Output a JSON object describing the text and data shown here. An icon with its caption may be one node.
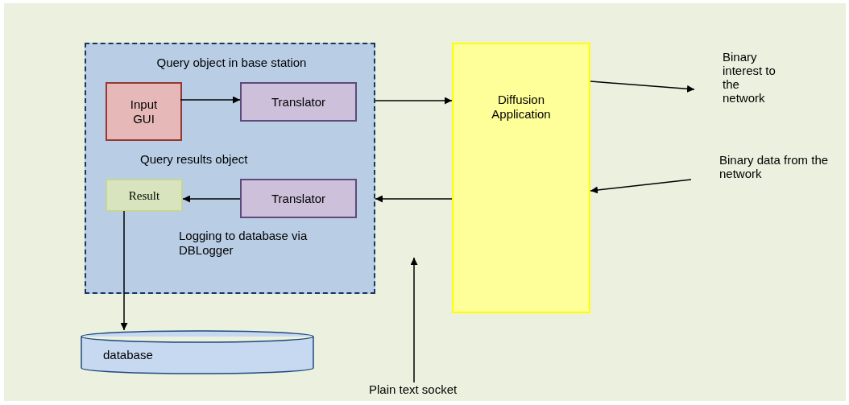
{
  "diagram": {
    "nodes": [
      {
        "text": [
          "Query object in base station",
          "Query results object",
          "Logging to database via DBLogger"
        ]
      },
      {
        "text": [
          "Input GUI"
        ],
        "in": 0
      },
      {
        "text": [
          "Translator"
        ],
        "in": 0
      },
      {
        "text": [
          "Result"
        ],
        "in": 0
      },
      {
        "text": [
          "Translator"
        ],
        "in": 0
      },
      {
        "text": [
          "Diffusion Application"
        ]
      },
      {
        "text": [
          "Binary interest to the network"
        ]
      },
      {
        "text": [
          "Binary data from the network"
        ]
      },
      {
        "text": [
          "database"
        ]
      },
      {
        "text": [
          "Plain text socket"
        ]
      }
    ],
    "edges": [
      {
        "from": 1,
        "to": 2,
        "arrow": "to"
      },
      {
        "from": 0,
        "to": 5,
        "arrow": "to"
      },
      {
        "from": 5,
        "to": 0,
        "arrow": "to"
      },
      {
        "from": 4,
        "to": 3,
        "arrow": "to"
      },
      {
        "from": 3,
        "to": 8,
        "arrow": "to"
      },
      {
        "from": 5,
        "to": 6,
        "arrow": "to"
      },
      {
        "from": 7,
        "to": 5,
        "arrow": "to"
      },
      {
        "from": 9,
        "to": null,
        "arrow": "to"
      }
    ]
  }
}
